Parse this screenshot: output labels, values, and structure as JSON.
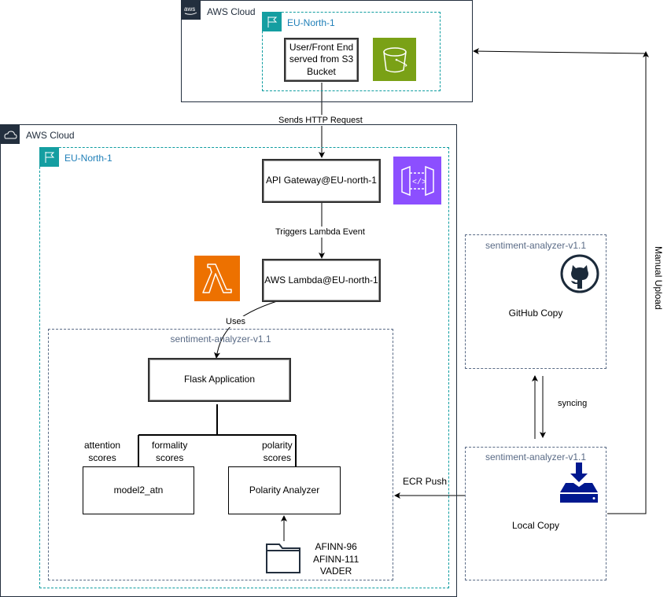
{
  "top_cloud": {
    "label": "AWS Cloud",
    "icon": "aws-logo-icon",
    "region": {
      "label": "EU-North-1",
      "icon": "region-flag-icon",
      "node": "User/Front End served from S3 Bucket",
      "service_icon": "s3-bucket-icon",
      "service_color": "#7aa116"
    }
  },
  "main_cloud": {
    "label": "AWS Cloud",
    "icon": "cloud-icon",
    "region": {
      "label": "EU-North-1",
      "icon": "region-flag-icon",
      "api_gateway": {
        "label": "API Gateway@EU-north-1",
        "icon_color": "#8c4fff"
      },
      "lambda": {
        "label": "AWS Lambda@EU-north-1",
        "icon_color": "#ed7100"
      },
      "app_group": {
        "label": "sentiment-analyzer-v1.1",
        "flask": "Flask Application",
        "model": "model2_atn",
        "polarity": "Polarity Analyzer",
        "lexicons": [
          "AFINN-96",
          "AFINN-111",
          "VADER"
        ]
      }
    }
  },
  "github_group": {
    "label": "sentiment-analyzer-v1.1",
    "text": "GitHub Copy",
    "icon": "github-icon"
  },
  "local_group": {
    "label": "sentiment-analyzer-v1.1",
    "text": "Local Copy",
    "icon": "download-drive-icon",
    "icon_color": "#00188f"
  },
  "edges": {
    "http": "Sends HTTP Request",
    "trigger": "Triggers Lambda Event",
    "uses": "Uses",
    "attention": [
      "attention",
      "scores"
    ],
    "formality": [
      "formality",
      "scores"
    ],
    "polarity": [
      "polarity",
      "scores"
    ],
    "ecr": "ECR Push",
    "sync": "syncing",
    "upload": "Manual Upload"
  }
}
